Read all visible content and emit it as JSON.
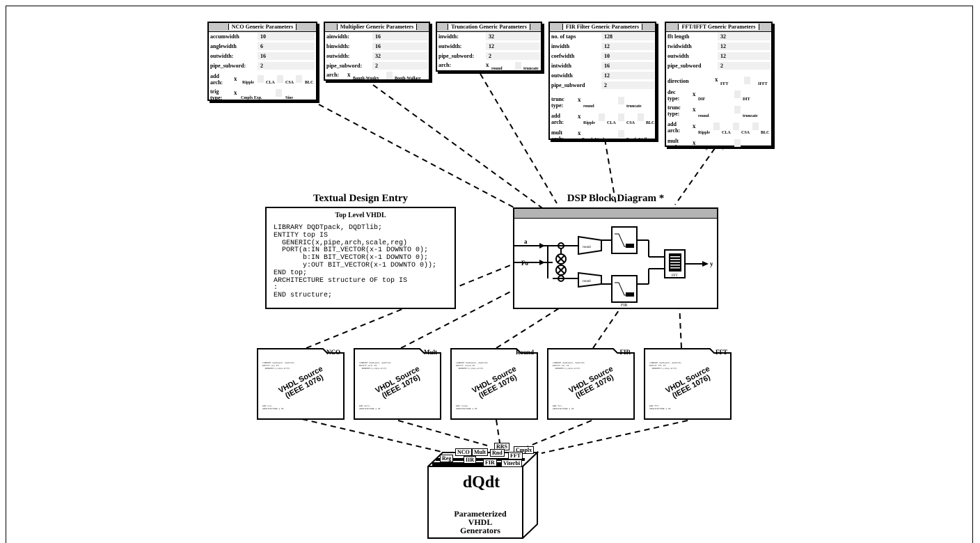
{
  "headings": {
    "textual": "Textual Design Entry",
    "dsp": "DSP Block Diagram *"
  },
  "nco": {
    "title": "NCO Generic Parameters",
    "rows": [
      {
        "k": "accumwidth",
        "v": "10"
      },
      {
        "k": "anglewidth",
        "v": "6"
      },
      {
        "k": "outwidth:",
        "v": "16"
      },
      {
        "k": " pipe_subword:",
        "v": "2"
      }
    ],
    "add_label": "add arch:",
    "add_opts": [
      "Ripple",
      "CLA",
      "CSA",
      "BLC"
    ],
    "x": "x",
    "trig_label": "trig type:",
    "trig_opts": [
      "Cmplx Exp.",
      "Sine"
    ]
  },
  "mult": {
    "title": "Multiplier Generic Parameters",
    "rows": [
      {
        "k": "ainwidth:",
        "v": "16"
      },
      {
        "k": "binwidth:",
        "v": "16"
      },
      {
        "k": "outwidth:",
        "v": "32"
      },
      {
        "k": "pipe_subword:",
        "v": "2"
      }
    ],
    "arch_label": "arch:",
    "arch_opts": [
      "Baugh-Wooley",
      "Booth-Wallace"
    ]
  },
  "trunc": {
    "title": "Truncation Generic Parameters",
    "rows": [
      {
        "k": "inwidth:",
        "v": "32"
      },
      {
        "k": "outwidth:",
        "v": "12"
      },
      {
        "k": "pipe_subword:",
        "v": "2"
      }
    ],
    "arch_label": "arch:",
    "arch_opts": [
      "round",
      "truncate"
    ]
  },
  "fir": {
    "title": "FIR Filter Generic Parameters",
    "rows": [
      {
        "k": "no. of taps",
        "v": "128"
      },
      {
        "k": "inwidth",
        "v": "12"
      },
      {
        "k": "coefwidth",
        "v": "10"
      },
      {
        "k": "intwidth",
        "v": "16"
      },
      {
        "k": "outwidth",
        "v": "12"
      },
      {
        "k": " pipe_subword",
        "v": "2"
      }
    ],
    "trunc_label": "trunc type:",
    "trunc_opts": [
      "round",
      "truncate"
    ],
    "add_label": "add arch:",
    "add_opts": [
      "Ripple",
      "CLA",
      "CSA",
      "BLC"
    ],
    "mult_label": "mult arch:",
    "mult_opts": [
      "Baugh-Wooley",
      "Booth-Wallace"
    ]
  },
  "fft": {
    "title": "FFT/IFFT Generic Parameters",
    "rows": [
      {
        "k": "fft length",
        "v": "32"
      },
      {
        "k": "twidwidth",
        "v": "12"
      },
      {
        "k": " outwidth",
        "v": "12"
      },
      {
        "k": " pipe_subword",
        "v": "2"
      }
    ],
    "dir_label": "direction",
    "dir_opts": [
      "FFT",
      "IFFT"
    ],
    "dec_label": "dec type:",
    "dec_opts": [
      "DIF",
      "DIT"
    ],
    "trunc_label": "trunc type:",
    "trunc_opts": [
      "round",
      "truncate"
    ],
    "add_label": "add arch:",
    "add_opts": [
      "Ripple",
      "CLA",
      "CSA",
      "BLC"
    ],
    "mult_label": "mult arch:",
    "mult_opts": [
      "Baugh-Wooley",
      "Booth-Wallace"
    ]
  },
  "vhdl": {
    "title": "Top Level VHDL",
    "code": "LIBRARY DQDTpack, DQDTlib;\nENTITY top IS\n  GENERIC(x,pipe,arch,scale,reg)\n  PORT(a:IN BIT_VECTOR(x-1 DOWNTO 0);\n       b:IN BIT_VECTOR(x-1 DOWNTO 0);\n       y:OUT BIT_VECTOR(x-1 DOWNTO 0));\nEND top;\nARCHITECTURE structure OF top IS\n:\nEND structure;"
  },
  "dsp": {
    "in_a": "a",
    "in_fo": "Fo",
    "out_y": "y",
    "round": "round",
    "fir": "FIR",
    "fft": "FFT"
  },
  "sources": {
    "caption": "VHDL Source\n(IEEE 1076)",
    "items": [
      {
        "label": "NCO"
      },
      {
        "label": "Mult"
      },
      {
        "label": "Round"
      },
      {
        "label": "FIR"
      },
      {
        "label": "FFT"
      }
    ]
  },
  "library": {
    "title": "dQdt",
    "caption": "Parameterized\nVHDL\nGenerators",
    "tabs": [
      "RRS",
      "Cmplx",
      "NCO",
      "Mult",
      "Rnd",
      "FFT",
      "Reg",
      "IIR",
      "FIR",
      "Viterbi"
    ]
  }
}
